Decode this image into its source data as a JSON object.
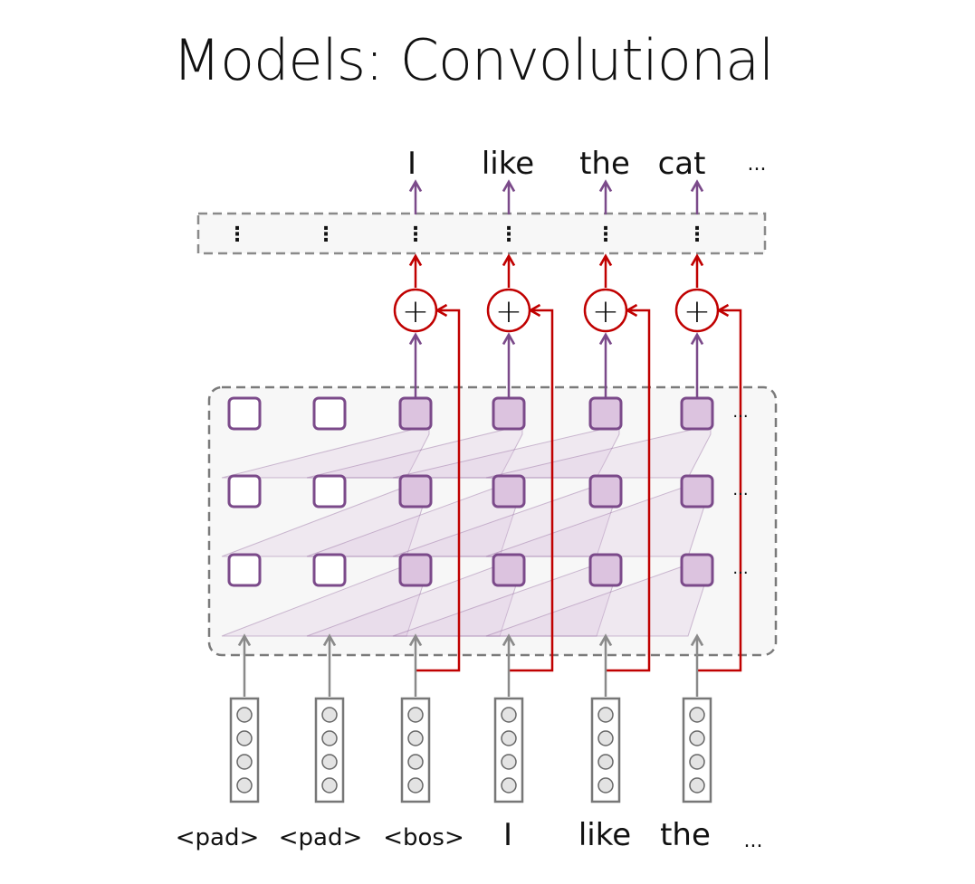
{
  "title": "Models: Convolutional",
  "output_tokens": [
    "I",
    "like",
    "the",
    "cat"
  ],
  "output_more": "...",
  "input_tokens": [
    "<pad>",
    "<pad>",
    "<bos>",
    "I",
    "like",
    "the"
  ],
  "input_more": "...",
  "row_more": "...",
  "hidden_dots": "⋮",
  "residual_symbol": "+",
  "colors": {
    "purple": "#7b4a8a",
    "purple_fill": "#dcc3df",
    "red": "#c00000",
    "gray": "#8a8a8a"
  }
}
